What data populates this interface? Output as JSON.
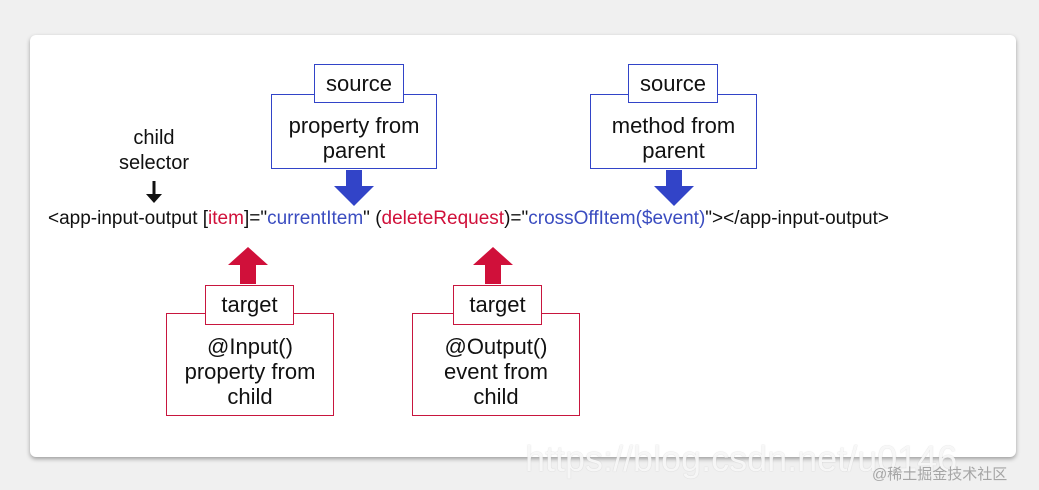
{
  "child_selector": {
    "line1": "child",
    "line2": "selector"
  },
  "code": {
    "p1": "<app-input-output [",
    "item": "item",
    "p2": "]=\"",
    "currentItem": "currentItem",
    "p3": "\" (",
    "deleteRequest": "deleteRequest",
    "p4": ")=\"",
    "crossOff": "crossOffItem($event)",
    "p5": "\"></app-input-output>"
  },
  "source_left": {
    "tag": "source",
    "line1": "property from",
    "line2": "parent"
  },
  "source_right": {
    "tag": "source",
    "line1": "method from",
    "line2": "parent"
  },
  "target_left": {
    "tag": "target",
    "line1": "@Input()",
    "line2": "property from",
    "line3": "child"
  },
  "target_right": {
    "tag": "target",
    "line1": "@Output()",
    "line2": "event from",
    "line3": "child"
  },
  "watermark": {
    "url": "https://blog.csdn.net/u0146",
    "site": "@稀土掘金技术社区"
  },
  "colors": {
    "blue": "#3244c8",
    "red": "#d0103a"
  }
}
